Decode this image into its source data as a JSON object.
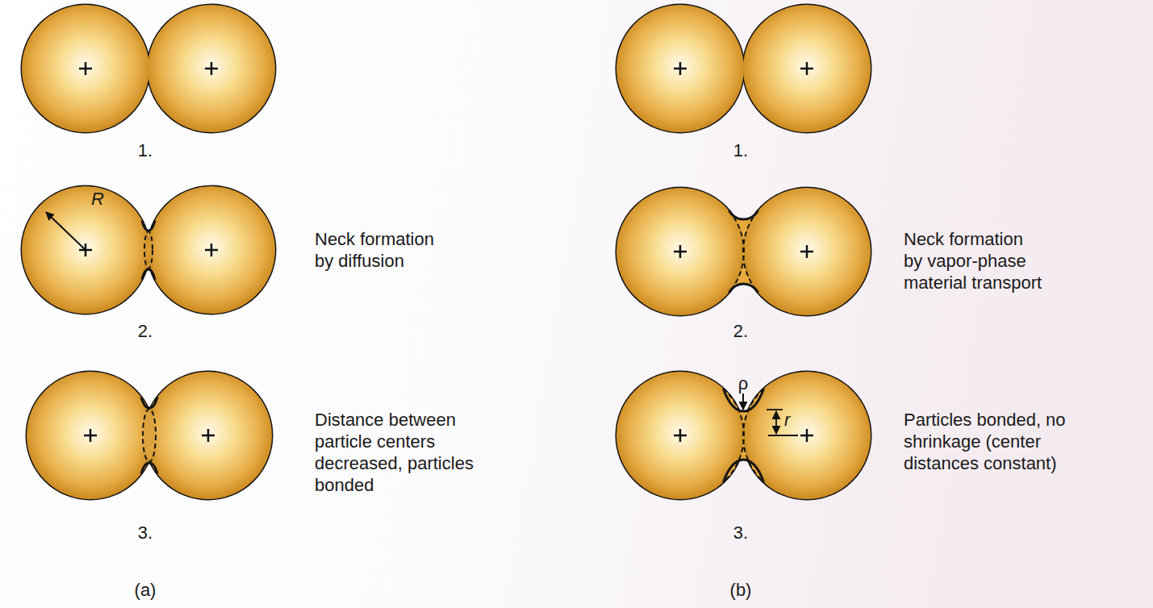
{
  "diagram": {
    "labels": [
      "1.",
      "R",
      "Neck formation by diffusion",
      "2.",
      "Distance between particle centers decreased, particles bonded",
      "3.",
      "(a)",
      "1.",
      "Neck formation by vapor-phase material transport",
      "2.",
      "ρ",
      "r",
      "Particles bonded, no shrinkage (center distances constant)",
      "3.",
      "(b)"
    ]
  }
}
